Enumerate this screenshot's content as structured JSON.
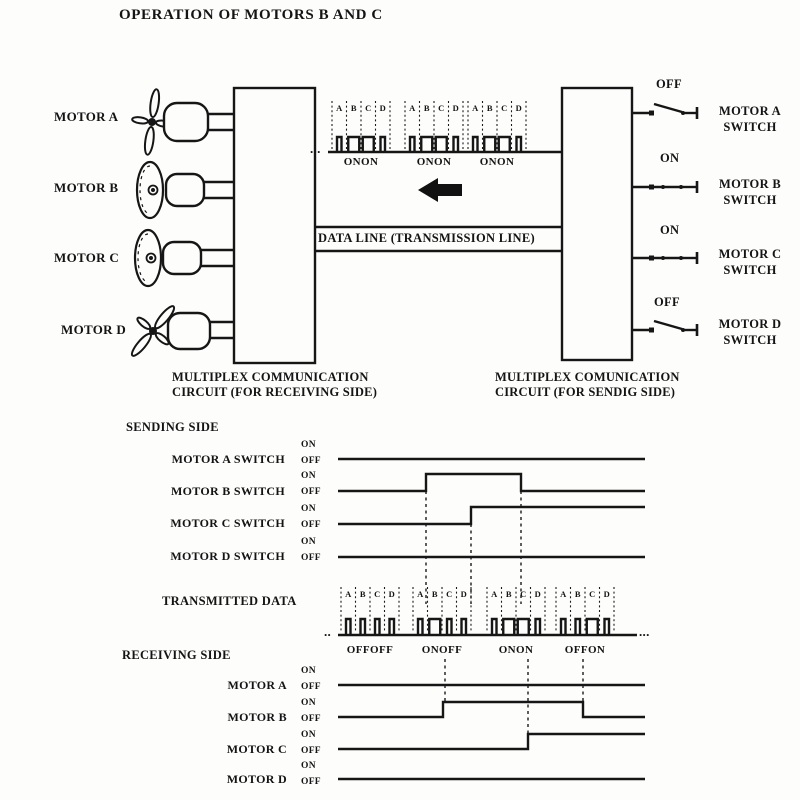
{
  "title": "OPERATION OF MOTORS B AND C",
  "left_motors": [
    {
      "label": "MOTOR A",
      "state": "stopped"
    },
    {
      "label": "MOTOR B",
      "state": "running"
    },
    {
      "label": "MOTOR C",
      "state": "running"
    },
    {
      "label": "MOTOR D",
      "state": "stopped"
    }
  ],
  "receiving_box": {
    "line1": "MULTIPLEX COMMUNICATION",
    "line2": "CIRCUIT (FOR RECEIVING SIDE)"
  },
  "sending_box": {
    "line1": "MULTIPLEX COMUNICATION",
    "line2": "CIRCUIT (FOR SENDIG SIDE)"
  },
  "data_line_label": "DATA LINE (TRANSMISSION LINE)",
  "slot_labels": [
    "A",
    "B",
    "C",
    "D"
  ],
  "top_waveform": {
    "leading_dots": "...",
    "frames": [
      {
        "state_label": "ONON",
        "slots": [
          "off",
          "on",
          "on",
          "off"
        ]
      },
      {
        "state_label": "ONON",
        "slots": [
          "off",
          "on",
          "on",
          "off"
        ]
      },
      {
        "state_label": "ONON",
        "slots": [
          "off",
          "on",
          "on",
          "off"
        ]
      }
    ]
  },
  "switches": [
    {
      "state": "OFF",
      "name_line1": "MOTOR A",
      "name_line2": "SWITCH"
    },
    {
      "state": "ON",
      "name_line1": "MOTOR B",
      "name_line2": "SWITCH"
    },
    {
      "state": "ON",
      "name_line1": "MOTOR C",
      "name_line2": "SWITCH"
    },
    {
      "state": "OFF",
      "name_line1": "MOTOR D",
      "name_line2": "SWITCH"
    }
  ],
  "sending_side": {
    "header": "SENDING SIDE",
    "on_label": "ON",
    "off_label": "OFF",
    "rows": [
      {
        "label": "MOTOR A SWITCH",
        "pulses": []
      },
      {
        "label": "MOTOR B SWITCH",
        "pulses": [
          [
            426,
            521
          ]
        ]
      },
      {
        "label": "MOTOR C SWITCH",
        "pulses": [
          [
            471,
            645
          ]
        ]
      },
      {
        "label": "MOTOR D SWITCH",
        "pulses": []
      }
    ]
  },
  "transmitted": {
    "label": "TRANSMITTED DATA",
    "leading_dots": "..",
    "trailing_dots": "...",
    "frames": [
      {
        "state_label": "OFFOFF",
        "slots": [
          "off",
          "off",
          "off",
          "off"
        ]
      },
      {
        "state_label": "ONOFF",
        "slots": [
          "off",
          "on",
          "off",
          "off"
        ]
      },
      {
        "state_label": "ONON",
        "slots": [
          "off",
          "on",
          "on",
          "off"
        ]
      },
      {
        "state_label": "OFFON",
        "slots": [
          "off",
          "off",
          "on",
          "off"
        ]
      }
    ]
  },
  "receiving_side": {
    "header": "RECEIVING SIDE",
    "on_label": "ON",
    "off_label": "OFF",
    "rows": [
      {
        "label": "MOTOR A",
        "pulses": []
      },
      {
        "label": "MOTOR B",
        "pulses": [
          [
            443,
            583
          ]
        ]
      },
      {
        "label": "MOTOR C",
        "pulses": [
          [
            528,
            645
          ]
        ]
      },
      {
        "label": "MOTOR D",
        "pulses": []
      }
    ]
  }
}
